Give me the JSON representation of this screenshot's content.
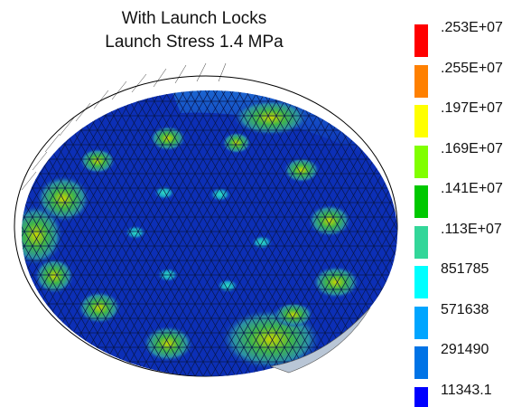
{
  "title": {
    "line1": "With Launch Locks",
    "line2": "Launch Stress 1.4 MPa"
  },
  "legend": {
    "entries": [
      {
        "label": ".253E+07",
        "color": "#ff0000"
      },
      {
        "label": ".255E+07",
        "color": "#ff8000"
      },
      {
        "label": ".197E+07",
        "color": "#ffff00"
      },
      {
        "label": ".169E+07",
        "color": "#80ff00"
      },
      {
        "label": ".141E+07",
        "color": "#00c800"
      },
      {
        "label": ".113E+07",
        "color": "#33d699"
      },
      {
        "label": "851785",
        "color": "#00ffff"
      },
      {
        "label": "571638",
        "color": "#00a5ff"
      },
      {
        "label": "291490",
        "color": "#0073e6"
      },
      {
        "label": "11343.1",
        "color": "#0000ff"
      }
    ]
  },
  "colors": {
    "base": "#0c2fb6",
    "mesh": "#0a1a55",
    "rim_outline": "#000000"
  }
}
